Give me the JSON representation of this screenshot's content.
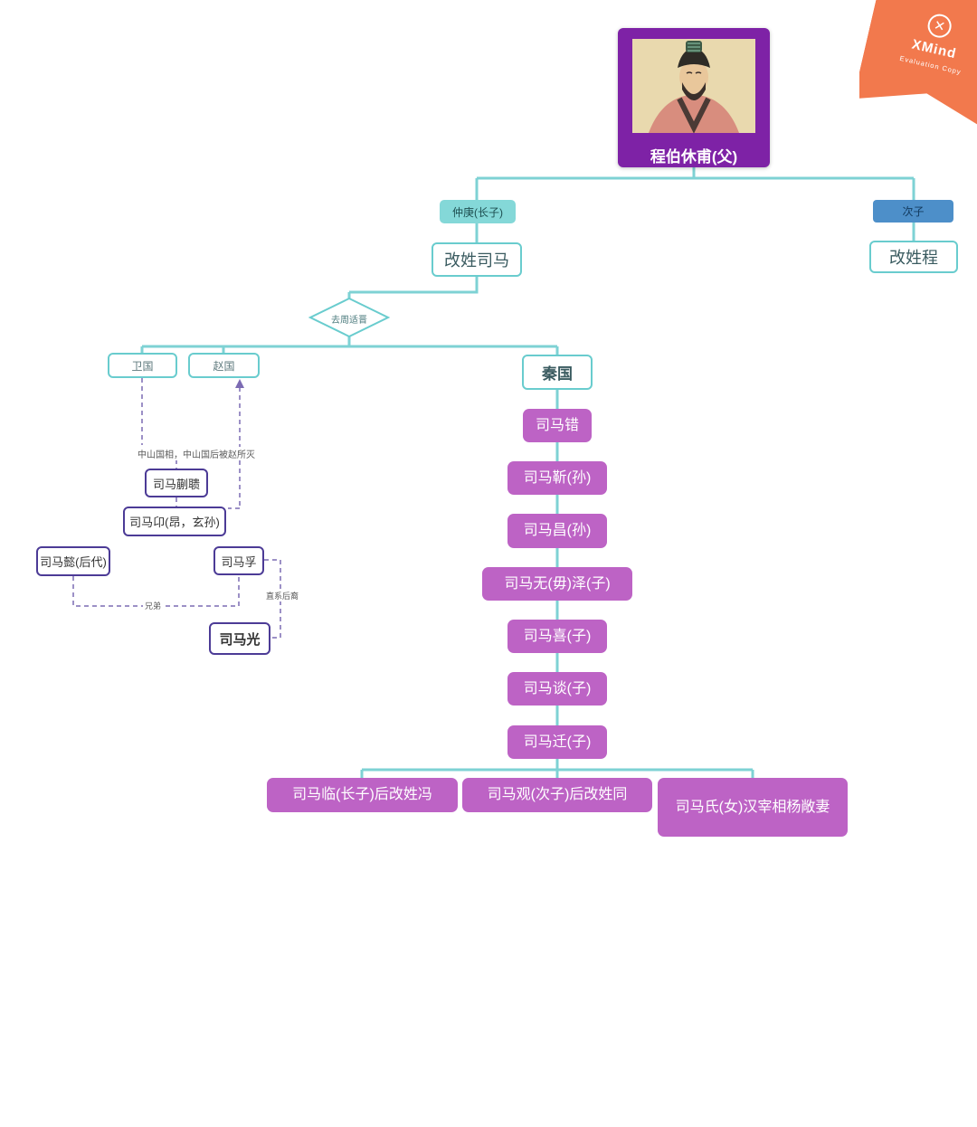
{
  "watermark": {
    "brand": "XMind",
    "subtitle": "Evaluation Copy"
  },
  "root": {
    "label": "程伯休甫(父)"
  },
  "branch_left": {
    "badge": "仲庚(长子)",
    "node": "改姓司马"
  },
  "branch_right": {
    "badge": "次子",
    "node": "改姓程"
  },
  "decision": {
    "label": "去周适晋"
  },
  "states": {
    "wei": "卫国",
    "zhao": "赵国",
    "qin": "秦国"
  },
  "qin_chain": [
    "司马错",
    "司马靳(孙)",
    "司马昌(孙)",
    "司马无(毋)泽(子)",
    "司马喜(子)",
    "司马谈(子)",
    "司马迁(子)"
  ],
  "qin_children": [
    "司马临(长子)后改姓冯",
    "司马观(次子)后改姓同",
    "司马氏(女)汉宰相杨敞妻"
  ],
  "wei_branch": {
    "note": "中山国相，中山国后被赵所灭",
    "kuaikui": "司马蒯聩",
    "ang": "司马卬(昂，玄孙)",
    "yi": "司马懿(后代)",
    "fu": "司马孚",
    "guang": "司马光",
    "label_brothers": "兄弟",
    "label_direct": "直系后裔"
  },
  "colors": {
    "accent_teal": "#7ED2D4",
    "node_purple": "#BD63C5",
    "root_purple": "#7E22A6",
    "badge_blue": "#4D8FC9",
    "indigo_border": "#4C3B96",
    "watermark_orange": "#F2794D"
  }
}
